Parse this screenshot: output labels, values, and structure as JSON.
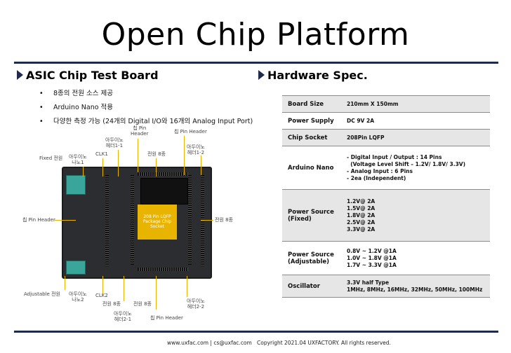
{
  "title": "Open Chip Platform",
  "left": {
    "heading": "ASIC Chip Test Board",
    "bullets": [
      "8종의 전원 소스 제공",
      "Arduino Nano 적용",
      "다양한 측정 가능 (24개의 Digital I/O와 16개의 Analog Input Port)"
    ],
    "board_labels": {
      "chip_pin_header_top": "칩 Pin Header",
      "chip_pin_header_top2": "칩 Pin Header",
      "arduino_header_1_1": "아두이노 헤더1-1",
      "arduino_header_1_2": "아두이노 헤더1-2",
      "fixed_power": "Fixed 전원",
      "arduino_nano_1": "아두이노 나노1",
      "clk1": "CLK1",
      "power_8_top": "전원 8종",
      "chip_pin_header_left": "칩 Pin Header",
      "chip_label": "208 Pin LQFP Package Chip Socket",
      "power_8_right": "전원 8종",
      "adjustable_power": "Adjustable 전원",
      "arduino_nano_2": "아두이노 나노2",
      "clk2": "CLK2",
      "power_8_bottom1": "전원 8종",
      "power_8_bottom2": "전원 8종",
      "arduino_header_2_1": "아두이노 헤더2-1",
      "arduino_header_2_2": "아두이노 헤더2-2",
      "chip_pin_header_bottom": "칩 Pin Header"
    }
  },
  "right": {
    "heading": "Hardware Spec.",
    "rows": [
      {
        "key": "Board Size",
        "value": [
          "210mm X 150mm"
        ]
      },
      {
        "key": "Power Supply",
        "value": [
          "DC 9V 2A"
        ]
      },
      {
        "key": "Chip Socket",
        "value": [
          "208Pin LQFP"
        ]
      },
      {
        "key": "Arduino Nano",
        "value": [
          "- Digital Input / Output : 14 Pins",
          "  (Voltage Level Shift – 1.2V/ 1.8V/ 3.3V)",
          "- Analog Input : 6 Pins",
          "- 2ea (Independent)"
        ]
      },
      {
        "key": "Power Source (Fixed)",
        "value": [
          "1.2V@ 2A",
          "1.5V@ 2A",
          "1.8V@ 2A",
          "2.5V@ 2A",
          "3.3V@ 2A"
        ]
      },
      {
        "key": "Power Source (Adjustable)",
        "value": [
          "0.8V ~ 1.2V @1A",
          "1.0V ~ 1.8V @1A",
          "1.7V ~ 3.3V @1A"
        ]
      },
      {
        "key": "Oscillator",
        "value": [
          "3.3V half Type",
          "1MHz, 8MHz, 16MHz, 32MHz, 50MHz, 100MHz"
        ]
      }
    ]
  },
  "footer": {
    "contact": "www.uxfac.com | cs@uxfac.com",
    "copyright": "Copyright 2021.04 UXFACTORY. All rights reserved."
  },
  "colors": {
    "accent": "#1e2b4a",
    "board": "#2b2d31",
    "chip": "#e8b400",
    "nano": "#3aa59a",
    "row_shade": "#e6e6e6"
  }
}
